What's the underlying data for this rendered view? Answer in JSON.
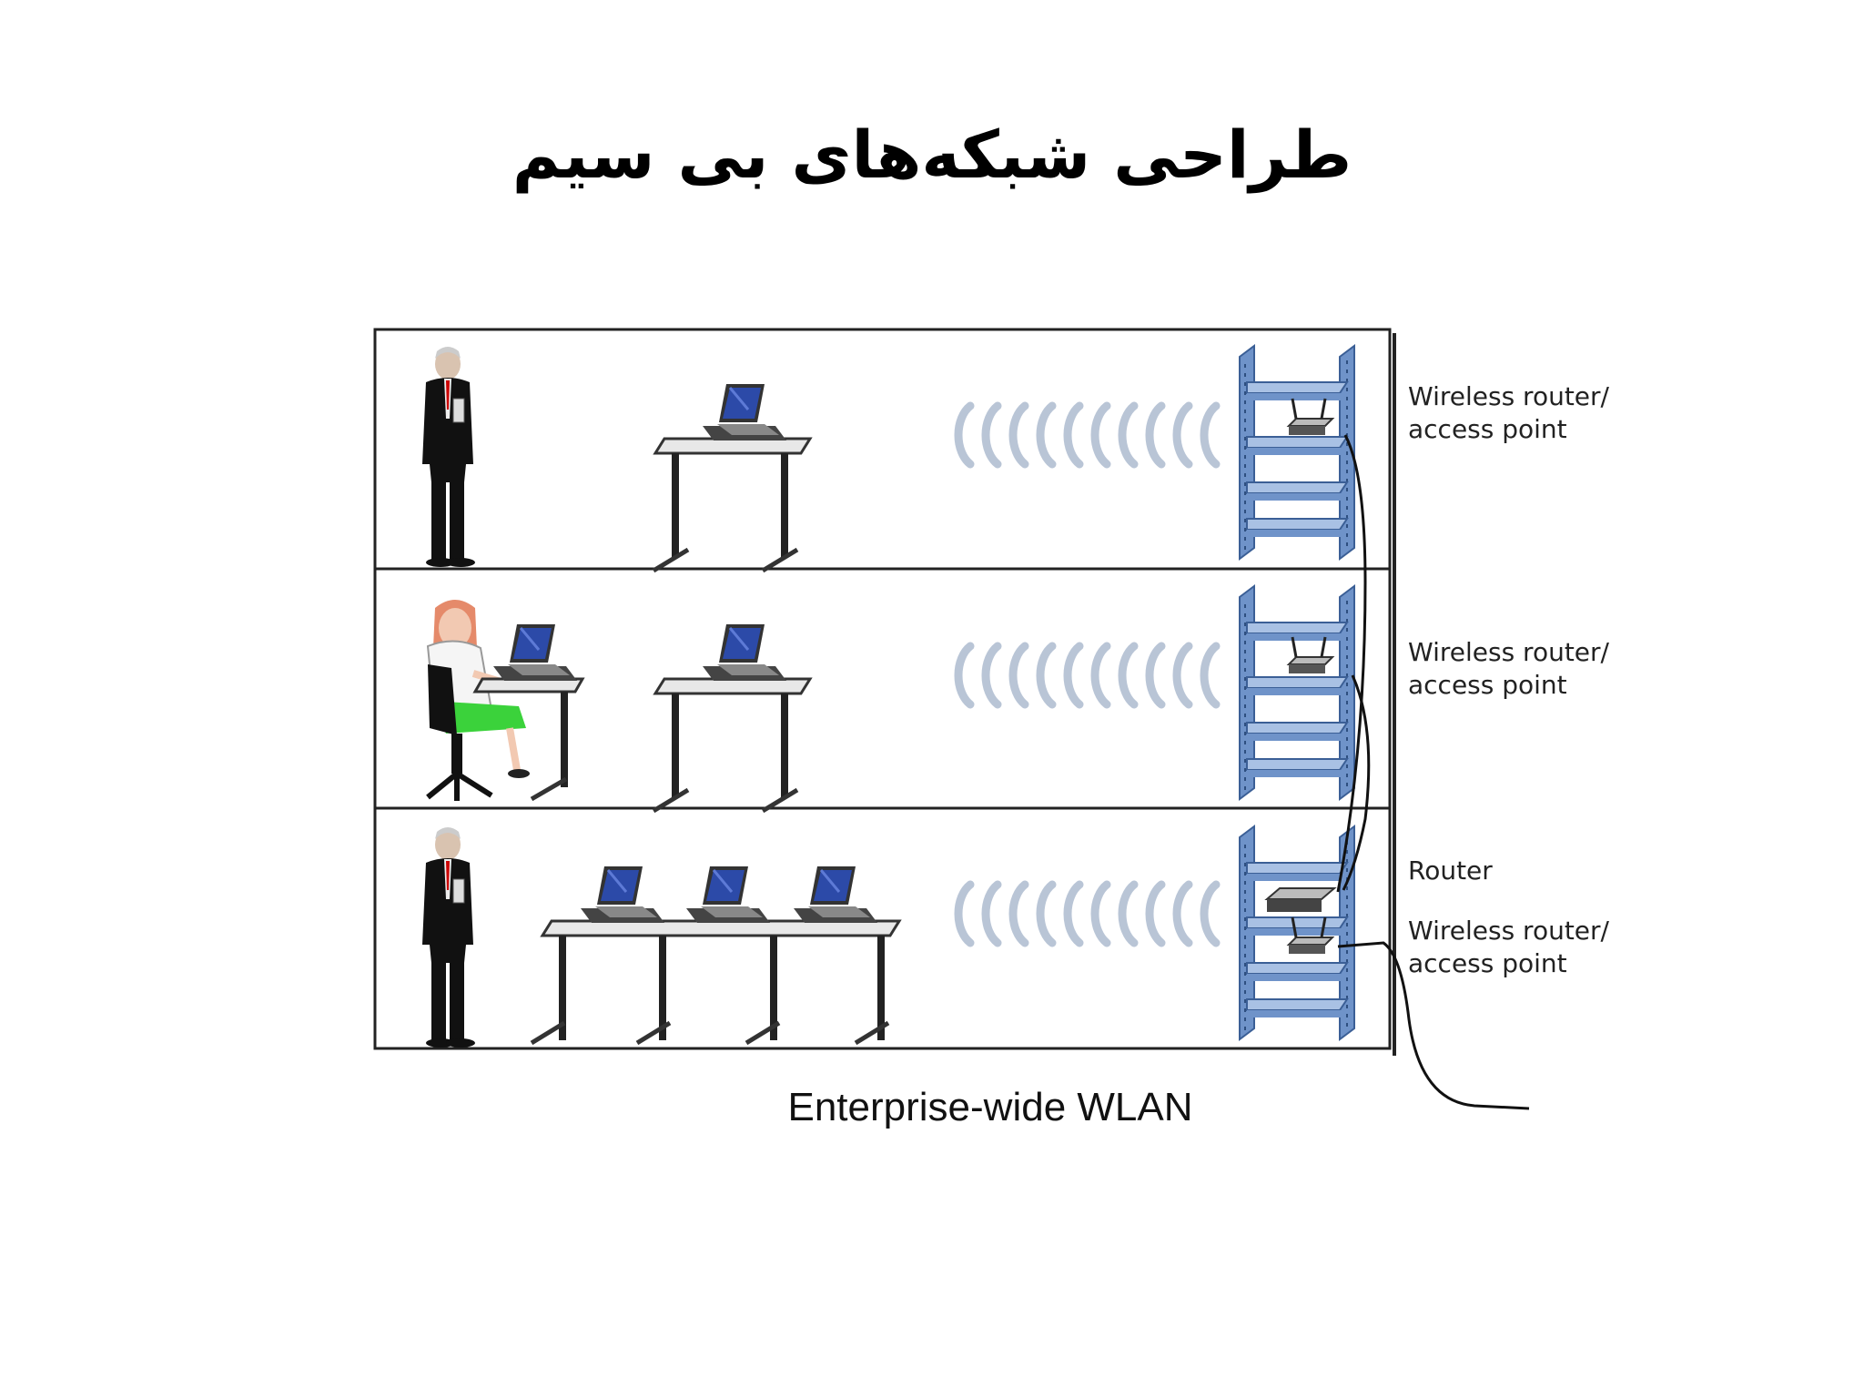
{
  "title": "طراحی شبکه‌های بی سیم",
  "caption": "Enterprise-wide WLAN",
  "labels": {
    "floor1_ap_line1": "Wireless router/",
    "floor1_ap_line2": "access point",
    "floor2_ap_line1": "Wireless router/",
    "floor2_ap_line2": "access point",
    "router": "Router",
    "floor3_ap_line1": "Wireless router/",
    "floor3_ap_line2": "access point"
  },
  "icons": [
    "standing-man-icon",
    "seated-woman-icon",
    "laptop-desk-icon",
    "wireless-waves-icon",
    "equipment-rack-icon",
    "wireless-router-icon",
    "router-icon",
    "network-cable-icon"
  ],
  "colors": {
    "rack": "#6f93c9",
    "rack_light": "#a9c1e4",
    "waves": "#b9c5d6",
    "laptop_screen": "#2c4aa8",
    "skirt": "#3bd23b",
    "hair": "#e58a6a"
  }
}
